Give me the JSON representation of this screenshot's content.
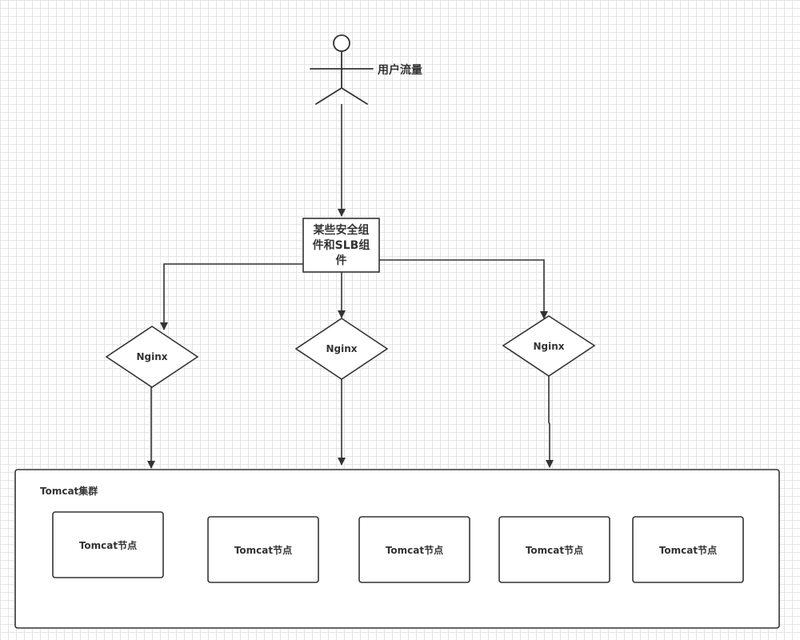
{
  "diagram": {
    "user": {
      "label": "用户流量"
    },
    "gateway": {
      "lines": [
        "某些安全组",
        "件和SLB组",
        "件"
      ]
    },
    "nginx": [
      {
        "label": "Nginx"
      },
      {
        "label": "Nginx"
      },
      {
        "label": "Nginx"
      }
    ],
    "cluster": {
      "label": "Tomcat集群",
      "nodes": [
        {
          "label": "Tomcat节点"
        },
        {
          "label": "Tomcat节点"
        },
        {
          "label": "Tomcat节点"
        },
        {
          "label": "Tomcat节点"
        },
        {
          "label": "Tomcat节点"
        }
      ]
    }
  }
}
